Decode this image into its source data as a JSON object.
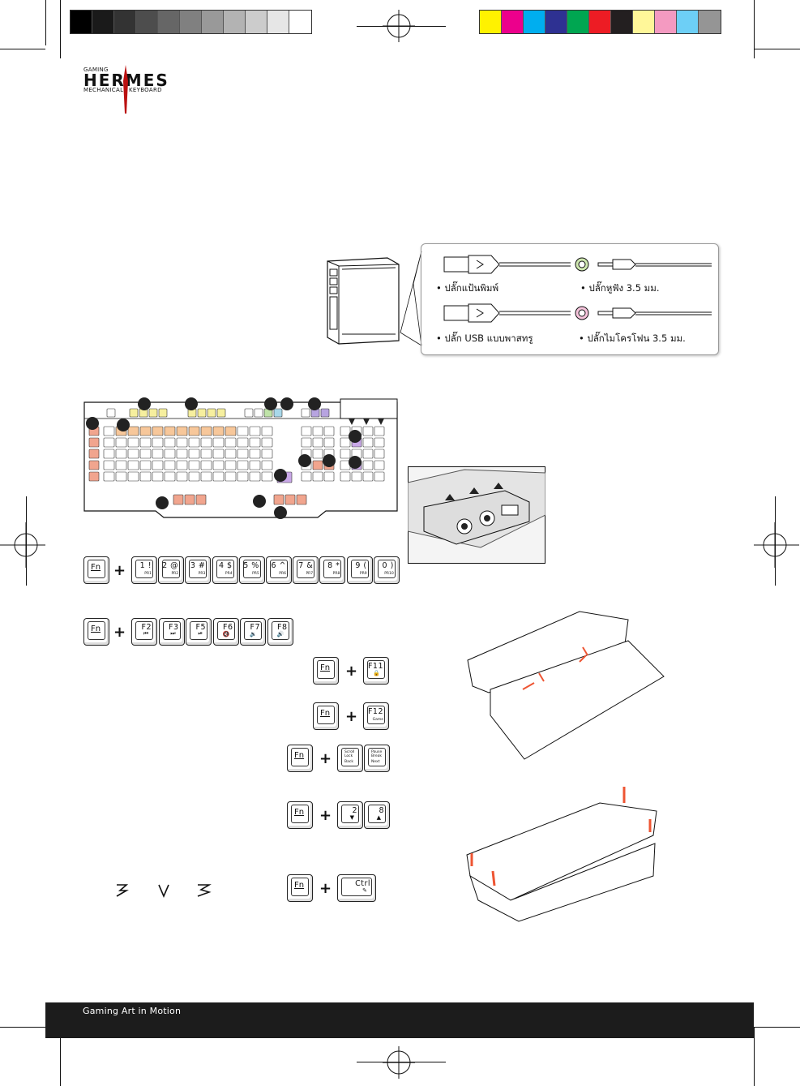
{
  "color_bar_left": [
    "#000000",
    "#1a1a1a",
    "#333333",
    "#4d4d4d",
    "#666666",
    "#808080",
    "#999999",
    "#b3b3b3",
    "#cccccc",
    "#e6e6e6",
    "#ffffff"
  ],
  "color_bar_right": [
    "#fff200",
    "#ec008c",
    "#00aeef",
    "#2e3192",
    "#00a651",
    "#ed1c24",
    "#231f20",
    "#fff799",
    "#f49ac1",
    "#6dcff6",
    "#959595"
  ],
  "logo": {
    "top_word": "GAMING",
    "brand": "HERMES",
    "bottom_left": "MECHANICAL",
    "bottom_right": "KEYBOARD"
  },
  "connectors": {
    "keyboard_plug": "• ปลั๊กแป้นพิมพ์",
    "headphone_plug": "• ปลั๊กหูฟัง 3.5 มม.",
    "usb_passthrough_plug": "• ปลั๊ก USB แบบพาสทรู",
    "mic_plug": "• ปลั๊กไมโครโฟน 3.5 มม."
  },
  "combos": {
    "fn": "Fn",
    "plus": "+",
    "number_keys": [
      {
        "main": "1 !",
        "sub": "PR1"
      },
      {
        "main": "2 @",
        "sub": "PR2"
      },
      {
        "main": "3 #",
        "sub": "PR3"
      },
      {
        "main": "4 $",
        "sub": "PR4"
      },
      {
        "main": "5 %",
        "sub": "PR5"
      },
      {
        "main": "6 ^",
        "sub": "PR6"
      },
      {
        "main": "7 &",
        "sub": "PR7"
      },
      {
        "main": "8 *",
        "sub": "PR8"
      },
      {
        "main": "9 (",
        "sub": "PR9"
      },
      {
        "main": "0 )",
        "sub": "PR10"
      }
    ],
    "media_keys": [
      {
        "main": "F2",
        "glyph": "⏮"
      },
      {
        "main": "F3",
        "glyph": "⏭"
      },
      {
        "main": "F5",
        "glyph": "⏯"
      },
      {
        "main": "F6",
        "glyph": "🔇"
      },
      {
        "main": "F7",
        "glyph": "🔉"
      },
      {
        "main": "F8",
        "glyph": "🔊"
      }
    ],
    "f11": {
      "main": "F11",
      "glyph": "🔒"
    },
    "f12": {
      "main": "F12",
      "sub": "Game"
    },
    "scroll_lock": {
      "top": "Scroll Lock",
      "bottom": "Back"
    },
    "pause_break": {
      "top": "Pause Break",
      "bottom": "Next"
    },
    "arrow_down": {
      "main": "2",
      "glyph": "▼"
    },
    "arrow_up": {
      "main": "8",
      "glyph": "▲"
    },
    "ctrl": {
      "main": "Ctrl",
      "glyph": "✎"
    }
  },
  "footer": {
    "tagline": "Gaming Art in Motion"
  }
}
